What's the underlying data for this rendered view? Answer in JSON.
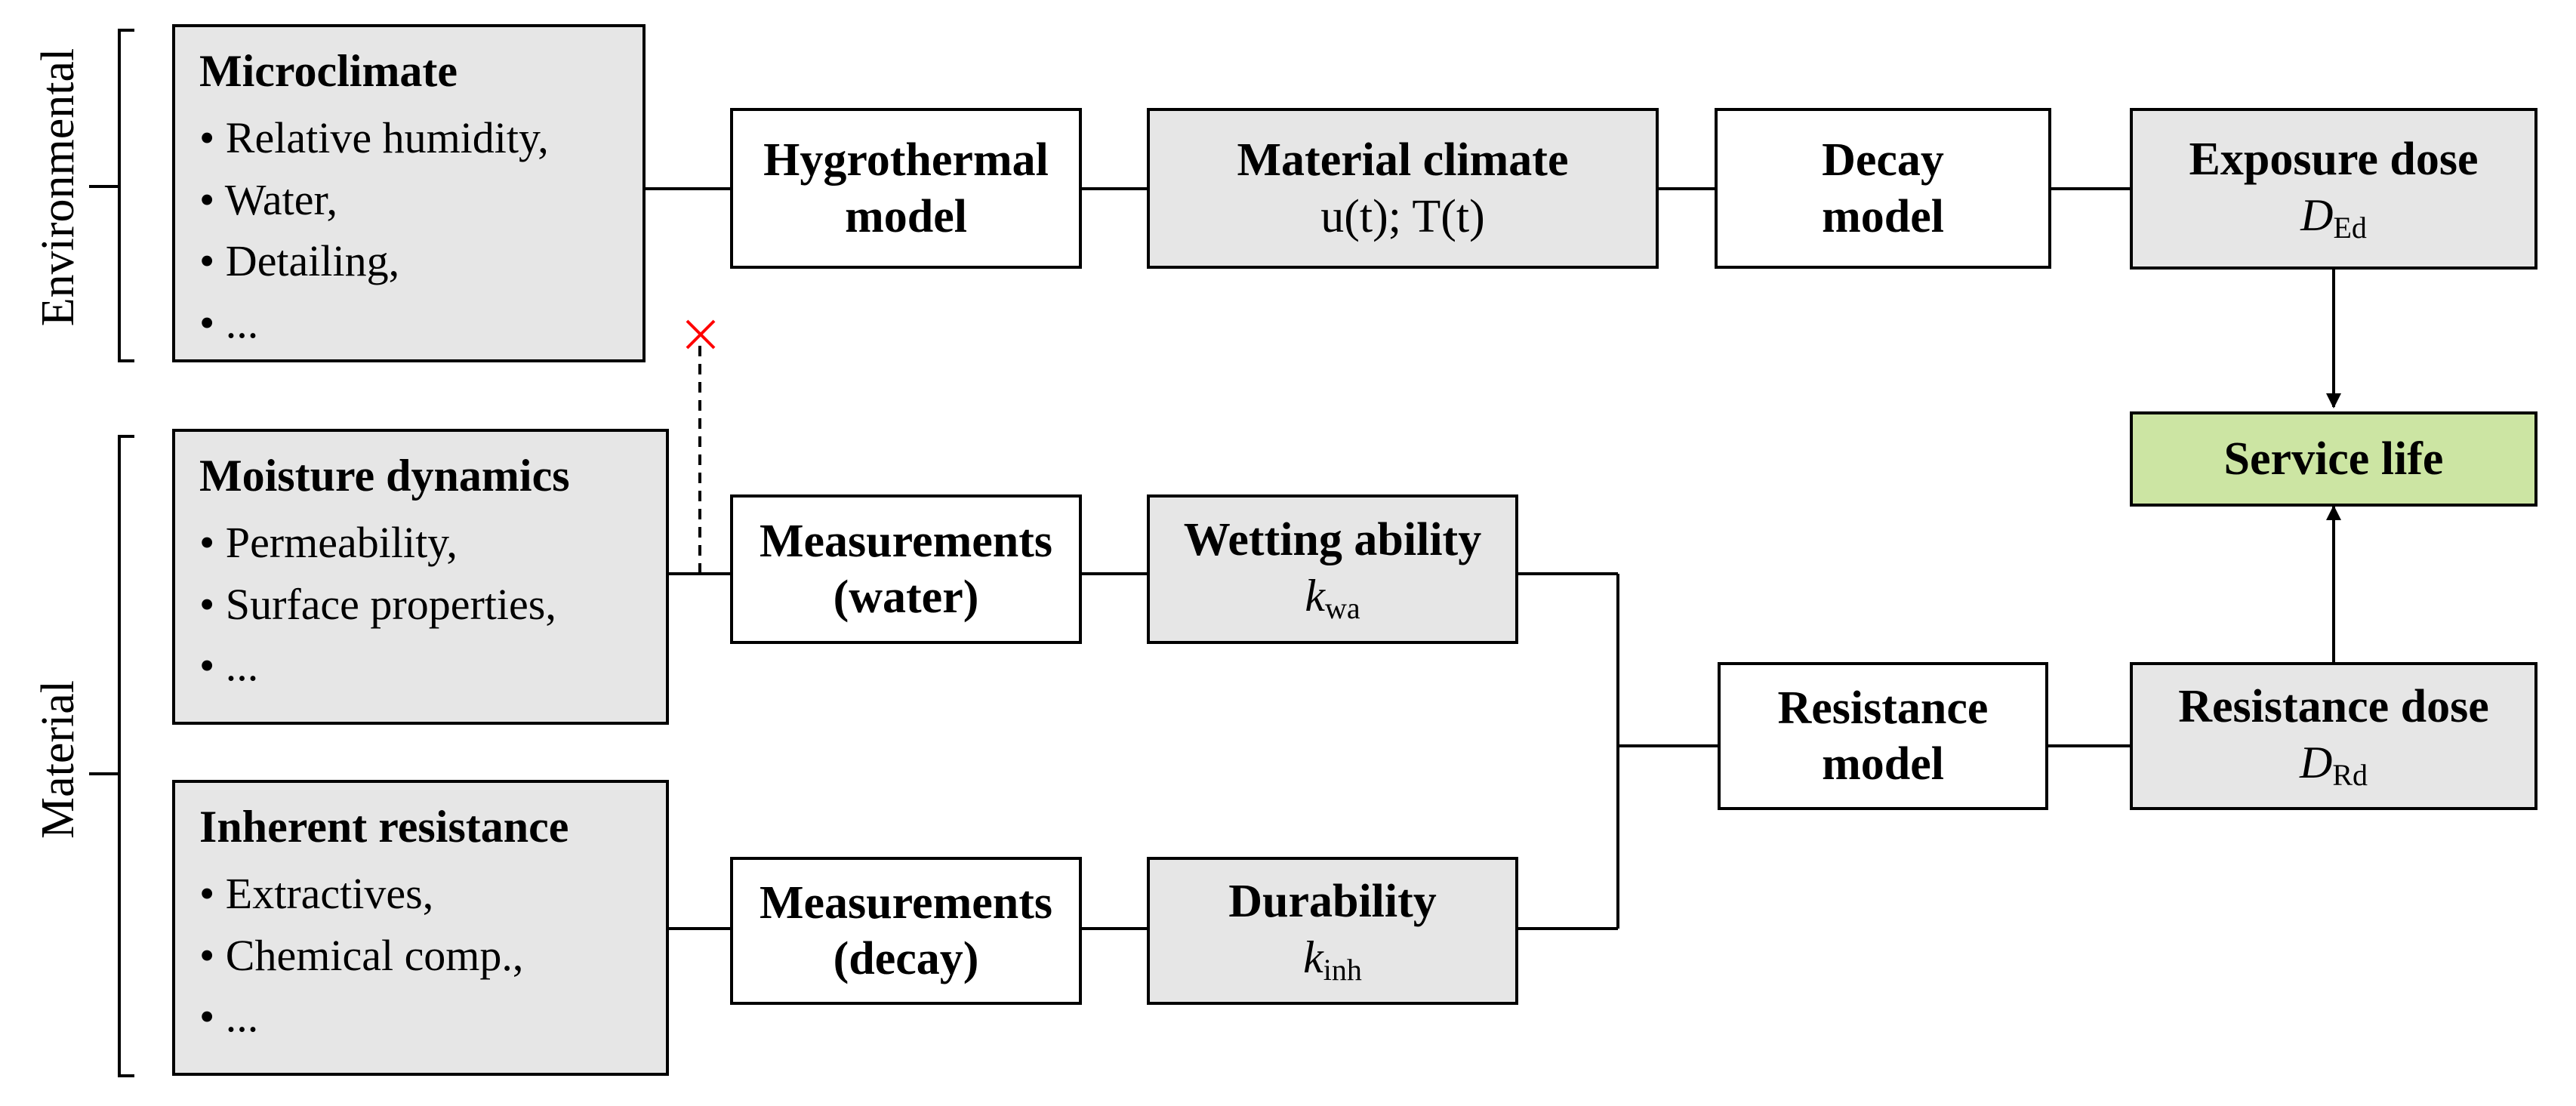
{
  "groups": {
    "environmental": "Environmental",
    "material": "Material"
  },
  "microclimate": {
    "title": "Microclimate",
    "items": [
      "• Relative humidity,",
      "• Water,",
      "• Detailing,",
      "• ..."
    ]
  },
  "moisture_dynamics": {
    "title": "Moisture dynamics",
    "items": [
      "• Permeability,",
      "• Surface properties,",
      "• ..."
    ]
  },
  "inherent_resistance": {
    "title": "Inherent resistance",
    "items": [
      "• Extractives,",
      "• Chemical comp.,",
      "• ..."
    ]
  },
  "hygrothermal_model": {
    "line1": "Hygrothermal",
    "line2": "model"
  },
  "material_climate": {
    "title": "Material climate",
    "value": "u(t); T(t)"
  },
  "decay_model": {
    "line1": "Decay",
    "line2": "model"
  },
  "exposure_dose": {
    "title": "Exposure dose",
    "symbol": "D",
    "sub": "Ed"
  },
  "service_life": {
    "title": "Service life",
    "color": "#cce5a3"
  },
  "measurements_water": {
    "line1": "Measurements",
    "line2": "(water)"
  },
  "wetting_ability": {
    "title": "Wetting ability",
    "symbol": "k",
    "sub": "wa"
  },
  "measurements_decay": {
    "line1": "Measurements",
    "line2": "(decay)"
  },
  "durability": {
    "title": "Durability",
    "symbol": "k",
    "sub": "inh"
  },
  "resistance_model": {
    "line1": "Resistance",
    "line2": "model"
  },
  "resistance_dose": {
    "title": "Resistance dose",
    "symbol": "D",
    "sub": "Rd"
  },
  "colors": {
    "box_fill": "#e6e6e6",
    "green_fill": "#cce5a3",
    "broken_link": "#ff0000"
  },
  "broken_link_icon": "red-x-icon"
}
